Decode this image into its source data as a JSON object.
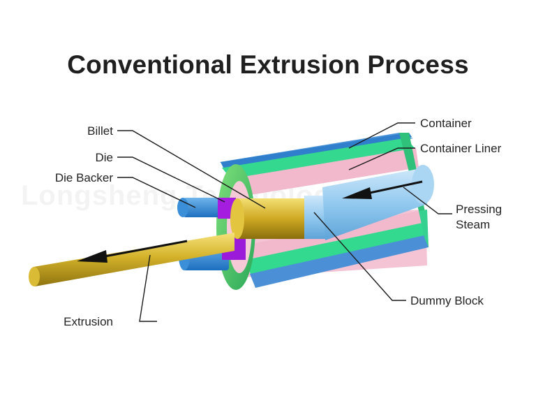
{
  "title": "Conventional Extrusion Process",
  "watermark": "Longsheng Technology",
  "labels": {
    "billet": "Billet",
    "die": "Die",
    "die_backer": "Die Backer",
    "extrusion": "Extrusion",
    "container": "Container",
    "container_liner": "Container Liner",
    "pressing_steam_line1": "Pressing",
    "pressing_steam_line2": "Steam",
    "dummy_block": "Dummy Block"
  },
  "colors": {
    "container_outer_blue": "#3f8fd6",
    "container_green": "#2fd68a",
    "liner_pink": "#f2b8cb",
    "billet_yellow": "#c9a820",
    "die_purple": "#a020e0",
    "die_backer_blue": "#2f8ad8",
    "dummy_block_blue": "#8fc8ee"
  }
}
